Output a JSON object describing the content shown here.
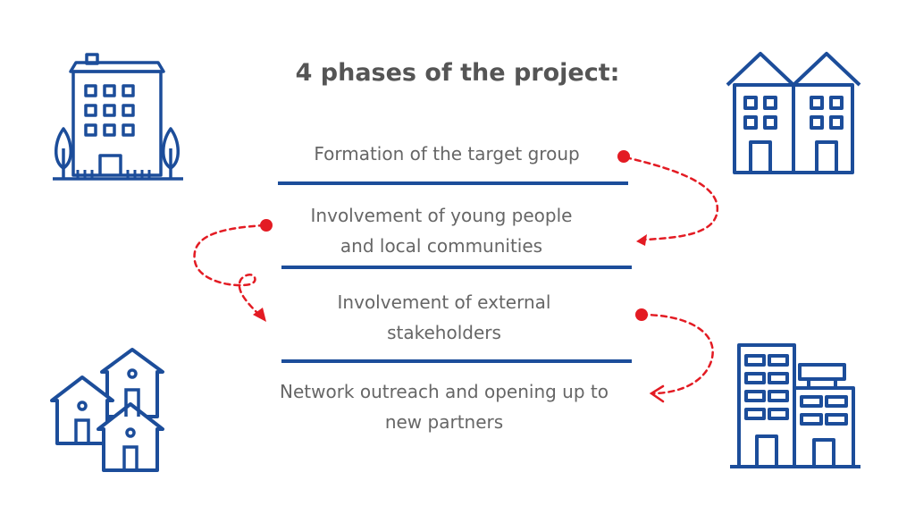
{
  "title": "4 phases of the project:",
  "phases": [
    {
      "lines": [
        "Formation of the target group"
      ]
    },
    {
      "lines": [
        "Involvement of young people",
        "and local communities"
      ]
    },
    {
      "lines": [
        "Involvement of external",
        "stakeholders"
      ]
    },
    {
      "lines": [
        "Network outreach and opening up to",
        "new partners"
      ]
    }
  ],
  "colors": {
    "line": "#1c4d9a",
    "icon": "#1c4d9a",
    "arrow": "#e31b23",
    "text": "#666666"
  },
  "icons": [
    "apartment-building-with-trees-icon",
    "twin-houses-icon",
    "house-cluster-icon",
    "office-buildings-icon"
  ]
}
